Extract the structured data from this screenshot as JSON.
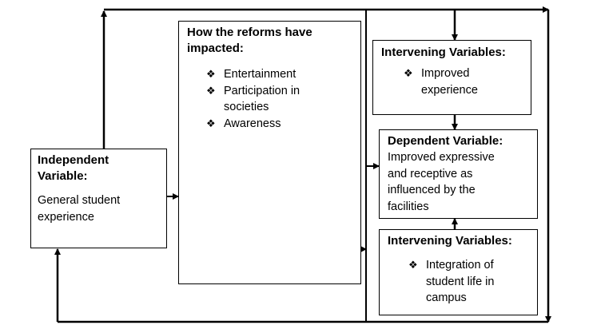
{
  "independent": {
    "title": "Independent Variable:",
    "text": "General student experience"
  },
  "reforms": {
    "title": "How the reforms have impacted:",
    "items": [
      "Entertainment",
      "Participation in societies",
      "Awareness"
    ]
  },
  "intervening_top": {
    "title": "Intervening Variables:",
    "item": "Improved experience"
  },
  "dependent": {
    "title": "Dependent Variable:",
    "text": "Improved expressive and receptive as influenced by the facilities"
  },
  "intervening_bottom": {
    "title": "Intervening Variables:",
    "item": "Integration of student life in campus"
  },
  "bullet_glyph": "❖"
}
